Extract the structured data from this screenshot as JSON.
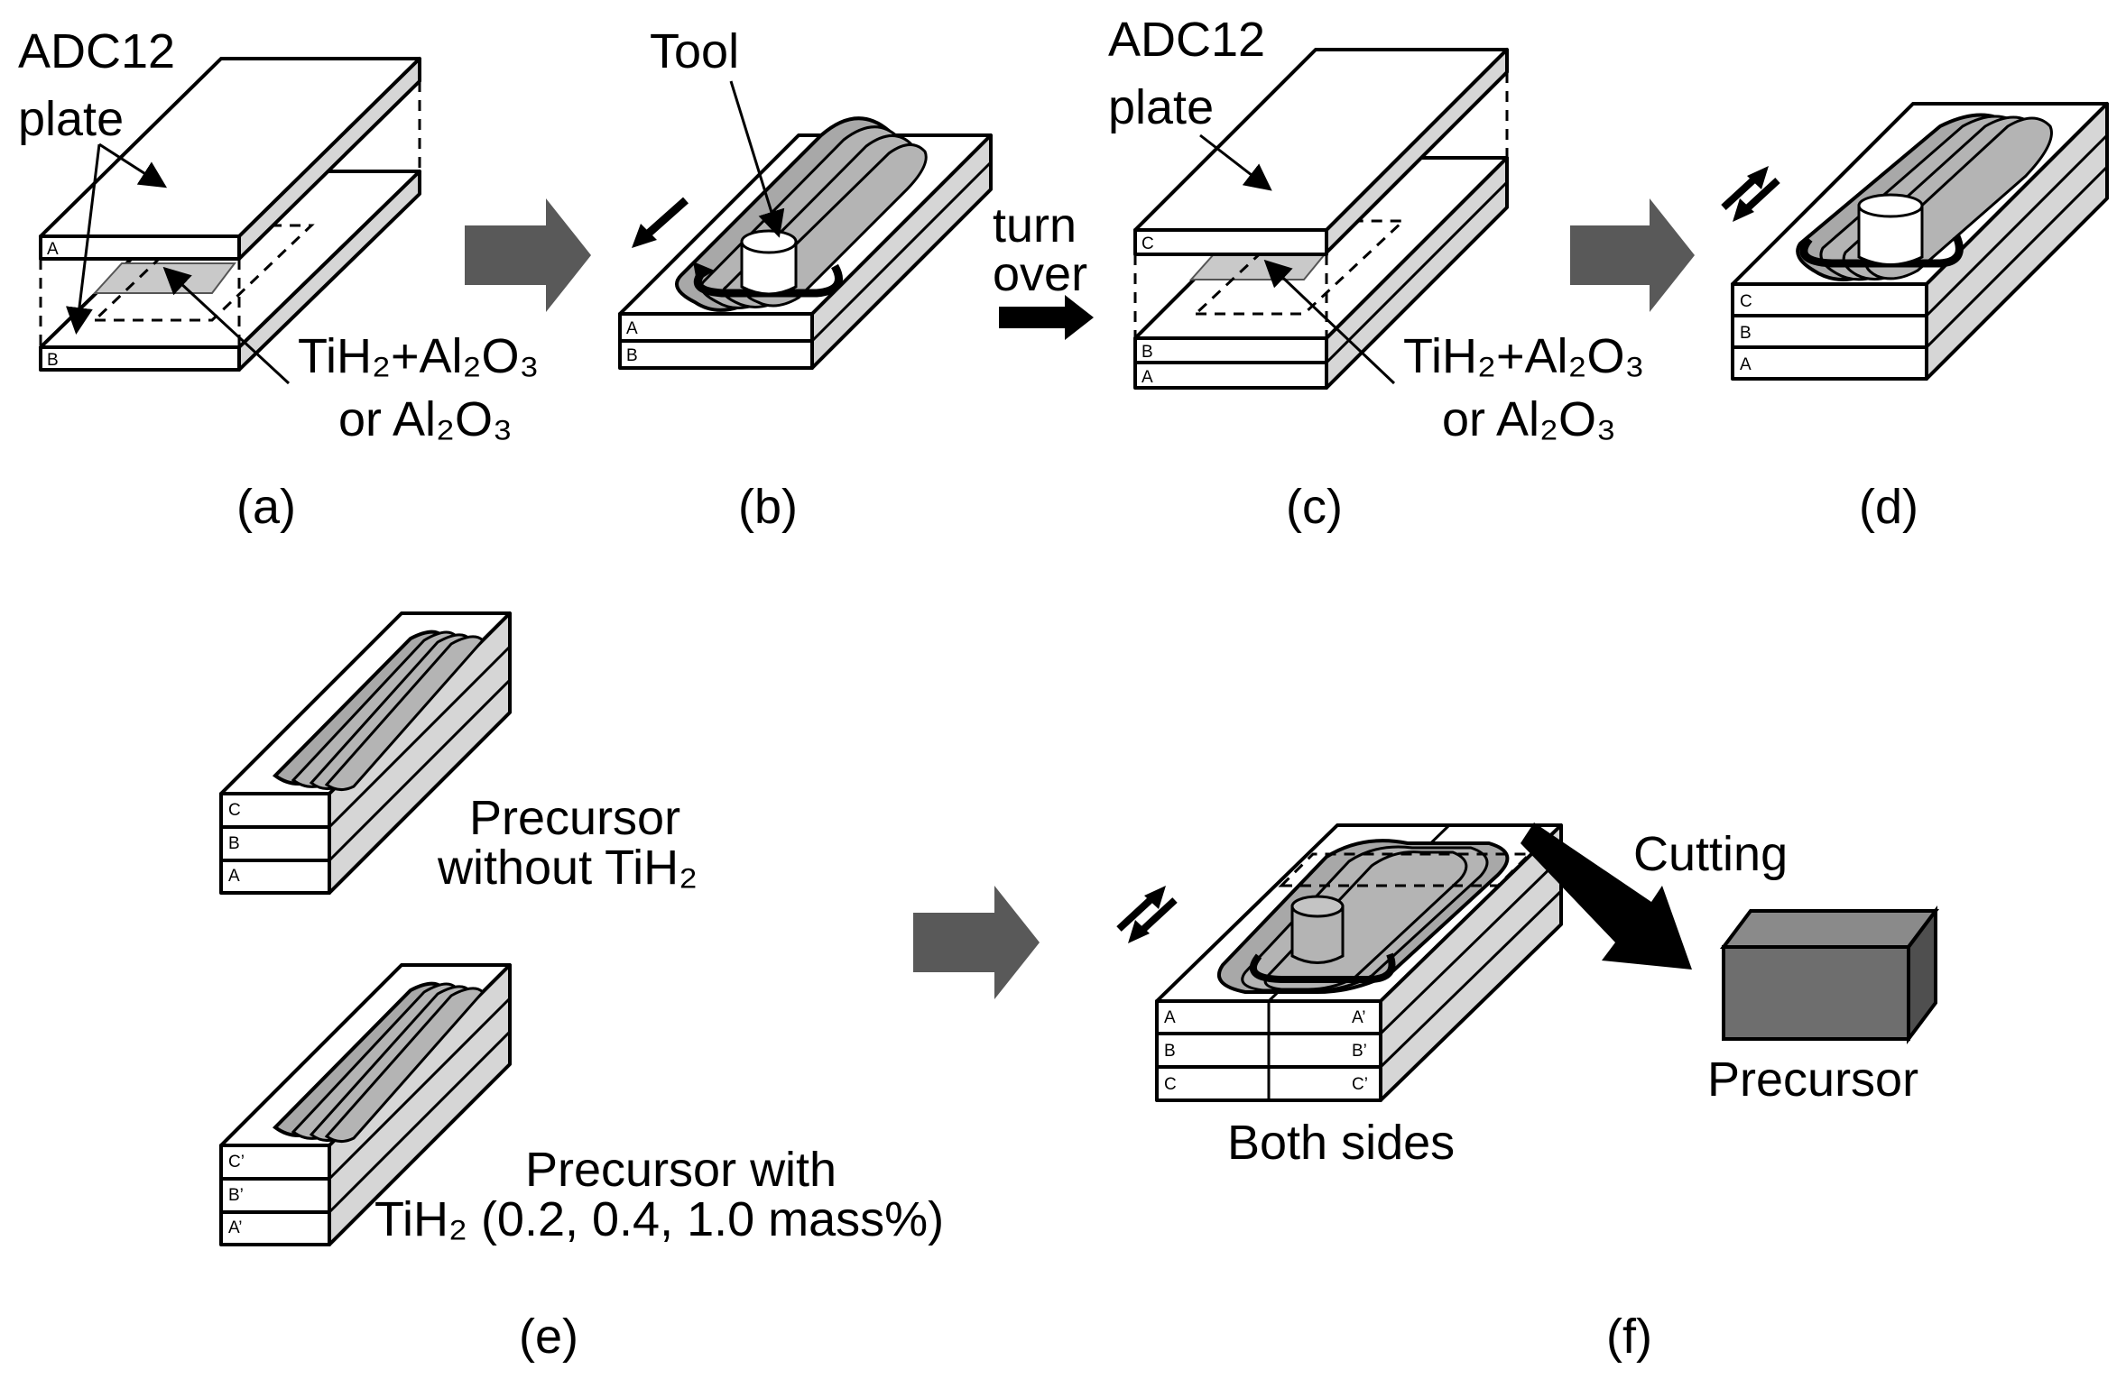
{
  "panels": {
    "a": {
      "caption": "(a)",
      "plate_label": "ADC12\nplate",
      "plate_label_line1": "ADC12",
      "plate_label_line2": "plate",
      "powder_label_line1": "TiH₂+Al₂O₃",
      "powder_label_line2": "or Al₂O₃",
      "layers": [
        "A",
        "B"
      ]
    },
    "b": {
      "caption": "(b)",
      "tool_label": "Tool",
      "layers": [
        "A",
        "B"
      ]
    },
    "turn": {
      "line1": "turn",
      "line2": "over"
    },
    "c": {
      "caption": "(c)",
      "plate_label_line1": "ADC12",
      "plate_label_line2": "plate",
      "powder_label_line1": "TiH₂+Al₂O₃",
      "powder_label_line2": "or Al₂O₃",
      "layers": [
        "C",
        "B",
        "A"
      ]
    },
    "d": {
      "caption": "(d)",
      "layers": [
        "C",
        "B",
        "A"
      ]
    },
    "e": {
      "caption": "(e)",
      "top_label_line1": "Precursor",
      "top_label_line2": "without TiH₂",
      "top_layers": [
        "C",
        "B",
        "A"
      ],
      "bottom_label_line1": "Precursor with",
      "bottom_label_line2": "TiH₂ (0.2, 0.4, 1.0 mass%)",
      "bottom_layers": [
        "C’",
        "B’",
        "A’"
      ]
    },
    "f": {
      "caption": "(f)",
      "left_layers": [
        "A",
        "B",
        "C"
      ],
      "right_layers": [
        "A’",
        "B’",
        "C’"
      ],
      "both_sides_label": "Both sides",
      "cutting_label": "Cutting",
      "product_label": "Precursor"
    }
  },
  "colors": {
    "arrow_gray": "#595959",
    "bead_gray": "#a8a8a8",
    "side_gray": "#d6d6d6",
    "product_gray": "#6e6e6e"
  }
}
